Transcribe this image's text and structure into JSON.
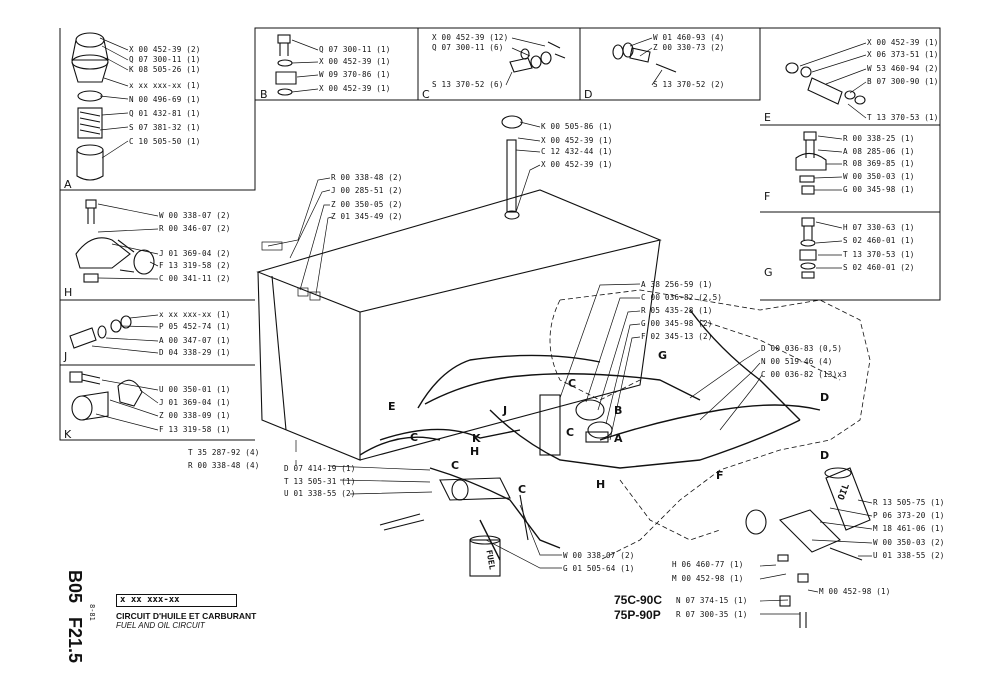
{
  "diagram": {
    "code_main": "B05",
    "code_sub": "F21.5",
    "code_small": "8-81",
    "ref_box": "x xx xxx-xx",
    "title_fr": "CIRCUIT D'HUILE ET CARBURANT",
    "title_en": "FUEL AND OIL CIRCUIT",
    "models": [
      {
        "name": "75C-90C"
      },
      {
        "name": "75P-90P"
      }
    ]
  },
  "panels": {
    "A": {
      "letter": "A",
      "parts": [
        "X 00 452-39 (2)",
        "Q 07 300-11 (1)",
        "K 08 505-26 (1)",
        "x xx xxx-xx (1)",
        "N 00 496-69 (1)",
        "Q 01 432-81 (1)",
        "S 07 381-32 (1)",
        "C 10 505-50 (1)"
      ]
    },
    "B": {
      "letter": "B",
      "parts": [
        "Q 07 300-11 (1)",
        "X 00 452-39 (1)",
        "W 09 370-86 (1)",
        "X 00 452-39 (1)"
      ]
    },
    "C": {
      "letter": "C",
      "parts": [
        "X 00 452-39 (12)",
        "Q 07 300-11 (6)",
        "S 13 370-52 (6)"
      ]
    },
    "D": {
      "letter": "D",
      "parts": [
        "W 01 460-93 (4)",
        "Z 00 330-73 (2)",
        "S 13 370-52 (2)"
      ]
    },
    "E": {
      "letter": "E",
      "parts": [
        "X 00 452-39 (1)",
        "X 06 373-51 (1)",
        "W 53 460-94 (2)",
        "B 07 300-90 (1)",
        "T 13 370-53 (1)"
      ]
    },
    "F": {
      "letter": "F",
      "parts": [
        "R 00 338-25 (1)",
        "A 08 285-06 (1)",
        "R 08 369-85 (1)",
        "W 00 350-03 (1)",
        "G 00 345-98 (1)"
      ]
    },
    "G": {
      "letter": "G",
      "parts": [
        "H 07 330-63 (1)",
        "S 02 460-01 (1)",
        "T 13 370-53 (1)",
        "S 02 460-01 (2)"
      ]
    },
    "H": {
      "letter": "H",
      "parts": [
        "W 00 338-07 (2)",
        "R 00 346-07 (2)",
        "J 01 369-04 (2)",
        "F 13 319-58 (2)",
        "C 00 341-11 (2)"
      ]
    },
    "J": {
      "letter": "J",
      "parts": [
        "x xx xxx-xx (1)",
        "P 05 452-74 (1)",
        "A 00 347-07 (1)",
        "D 04 338-29 (1)"
      ]
    },
    "K": {
      "letter": "K",
      "parts": [
        "U 00 350-01 (1)",
        "J 01 369-04 (1)",
        "Z 00 338-09 (1)",
        "F 13 319-58 (1)"
      ]
    }
  },
  "main": {
    "tank_top": [
      "K 00 505-86 (1)",
      "X 00 452-39 (1)",
      "C 12 432-44 (1)",
      "X 00 452-39 (1)"
    ],
    "tank_left": [
      "R 00 338-48 (2)",
      "J 00 285-51 (2)",
      "Z 00 350-05 (2)",
      "Z 01 345-49 (2)"
    ],
    "pump_top": [
      "A 38 256-59 (1)",
      "C 00 036-82 (2,5)",
      "R 05 435-28 (1)",
      "G 00 345-98 (2)",
      "F 02 345-13 (2)"
    ],
    "right_mid": [
      "D 00 036-83 (0,5)",
      "N 00 519-46 (4)",
      "C 00 036-82 (13)x3"
    ],
    "lower_left": [
      "T 35 287-92 (4)",
      "R 00 338-48 (4)"
    ],
    "filter_left": [
      "D 07 414-19 (1)",
      "T 13 505-31 (1)",
      "U 01 338-55 (2)"
    ],
    "bottom_mid": [
      "W 00 338-07 (2)",
      "G 01 505-64 (1)"
    ],
    "oil_filter": [
      "R 13 505-75 (1)",
      "P 06 373-20 (1)",
      "M 18 461-06 (1)",
      "W 00 350-03 (2)",
      "U 01 338-55 (2)"
    ],
    "bottom_right": [
      "H 06 460-77 (1)",
      "M 00 452-98 (1)",
      "M 00 452-98 (1)"
    ],
    "model_parts": [
      "N 07 374-15 (1)",
      "R 07 300-35 (1)"
    ],
    "filter_texts": {
      "oil": "OIL",
      "fuel": "FUEL"
    }
  },
  "callouts": {
    "A": "A",
    "B": "B",
    "C": "C",
    "D": "D",
    "E": "E",
    "F": "F",
    "G": "G",
    "H": "H",
    "J": "J",
    "K": "K"
  }
}
